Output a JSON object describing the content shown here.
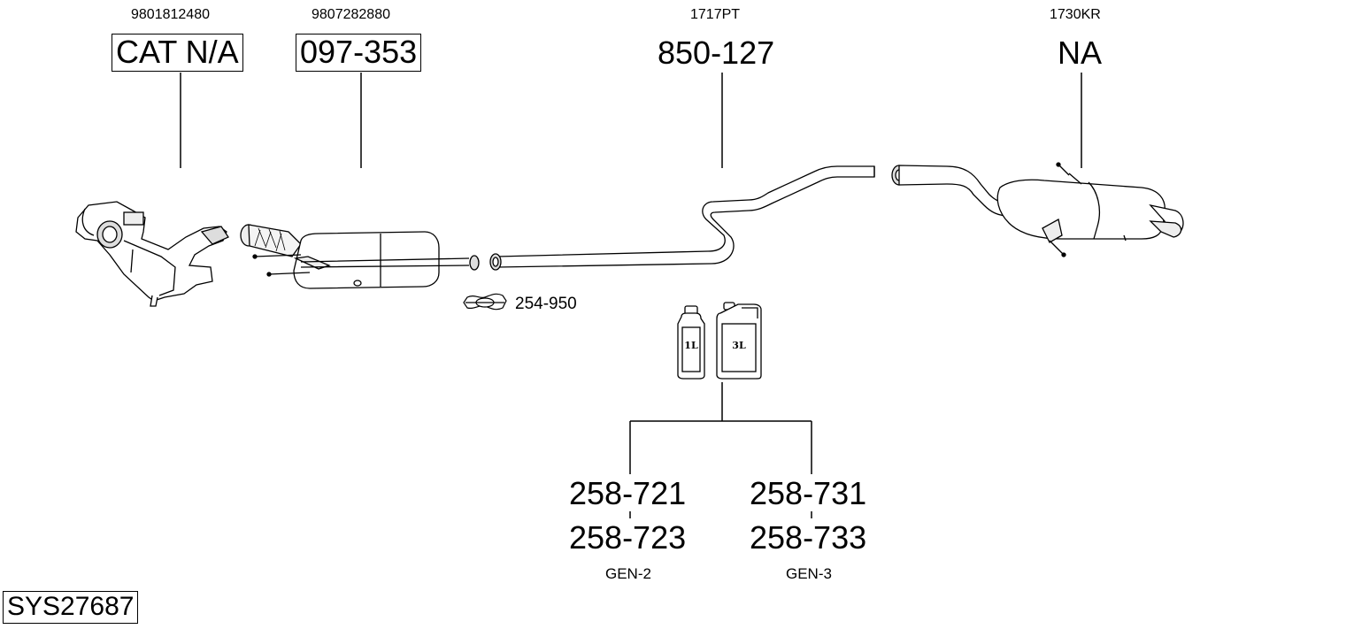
{
  "parts": [
    {
      "oe_ref": "9801812480",
      "part_number": "CAT N/A"
    },
    {
      "oe_ref": "9807282880",
      "part_number": "097-353"
    },
    {
      "oe_ref": "1717PT",
      "part_number": "850-127"
    },
    {
      "oe_ref": "1730KR",
      "part_number": "NA"
    }
  ],
  "clamp": {
    "part_number": "254-950"
  },
  "fluids": {
    "bottle_small_label": "1L",
    "bottle_large_label": "3L",
    "left": {
      "part_top": "258-721",
      "part_bottom": "258-723",
      "generation": "GEN-2"
    },
    "right": {
      "part_top": "258-731",
      "part_bottom": "258-733",
      "generation": "GEN-3"
    }
  },
  "system_id": "SYS27687"
}
